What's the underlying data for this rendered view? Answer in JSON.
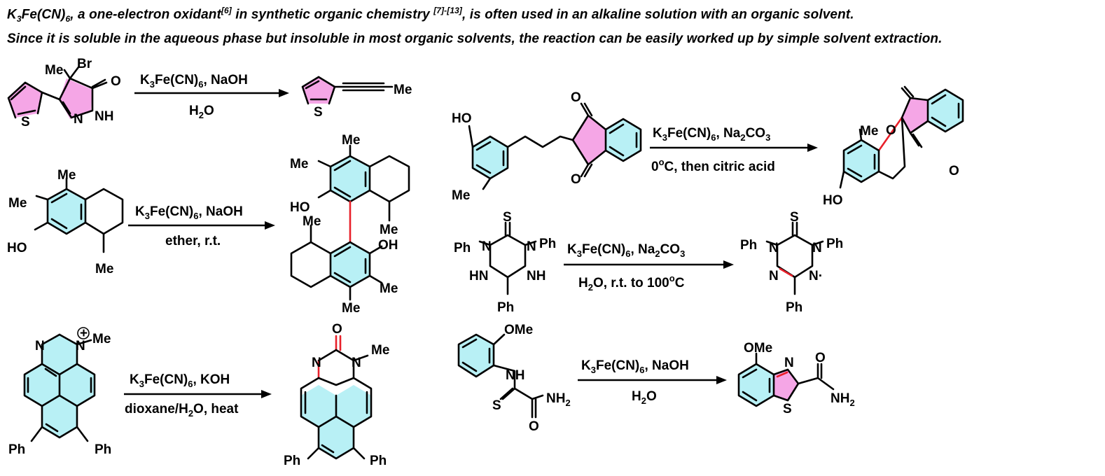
{
  "intro": {
    "line1": {
      "reagent_main": "K",
      "reagent_sub1": "3",
      "reagent_mid": "Fe(CN)",
      "reagent_sub2": "6",
      "part1": ", a one-electron oxidant",
      "ref1": "[6]",
      "part2": " in synthetic organic chemistry ",
      "ref2": "[7]-[13]",
      "part3": ", is often used in an alkaline solution with an organic solvent."
    },
    "line2": "Since it is soluble in the aqueous phase but insoluble in most organic solvents, the reaction can be easily worked up by simple solvent extraction."
  },
  "reactions": [
    {
      "id": "r1",
      "above": [
        "K",
        "3",
        "Fe(CN)",
        "6",
        ", NaOH"
      ],
      "below": [
        "H",
        "2",
        "O"
      ]
    },
    {
      "id": "r2",
      "above": [
        "K",
        "3",
        "Fe(CN)",
        "6",
        ", NaOH"
      ],
      "below": [
        "ether, r.t."
      ]
    },
    {
      "id": "r3",
      "above": [
        "K",
        "3",
        "Fe(CN)",
        "6",
        ", KOH"
      ],
      "below": [
        "dioxane/H",
        "2",
        "O, heat"
      ]
    },
    {
      "id": "r4",
      "above": [
        "K",
        "3",
        "Fe(CN)",
        "6",
        ", Na",
        "2",
        "CO",
        "3"
      ],
      "below": [
        "0",
        "o",
        "C, then citric acid"
      ]
    },
    {
      "id": "r5",
      "above": [
        "K",
        "3",
        "Fe(CN)",
        "6",
        ", Na",
        "2",
        "CO",
        "3"
      ],
      "below": [
        "H",
        "2",
        "O, r.t. to 100",
        "o",
        "C"
      ]
    },
    {
      "id": "r6",
      "above": [
        "K",
        "3",
        "Fe(CN)",
        "6",
        ", NaOH"
      ],
      "below": [
        "H",
        "2",
        "O"
      ]
    }
  ],
  "atoms": {
    "Me": "Me",
    "Br": "Br",
    "O": "O",
    "S": "S",
    "N": "N",
    "NH": "NH",
    "HN": "HN",
    "HO": "HO",
    "OH": "OH",
    "Ph": "Ph",
    "OMe": "OMe",
    "NH2_main": "NH",
    "NH2_sub": "2",
    "plus": "+",
    "radical": "N·"
  },
  "colors": {
    "aromatic_highlight": "#b8f0f5",
    "heterocycle_highlight": "#f5a6e6",
    "new_bond": "#e8202a",
    "ink": "#000000"
  }
}
